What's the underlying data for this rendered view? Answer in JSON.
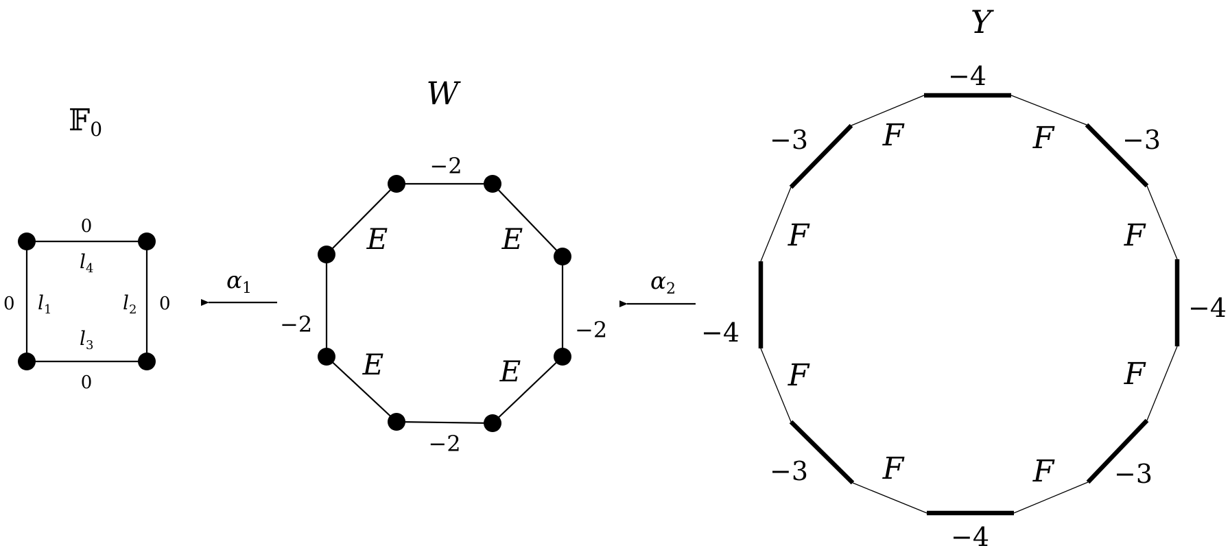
{
  "diagram": {
    "f0": {
      "title": "𝔽",
      "title_sub": "0",
      "edge_labels": [
        "0",
        "0",
        "0",
        "0"
      ],
      "lines": [
        {
          "base": "l",
          "sub": "1"
        },
        {
          "base": "l",
          "sub": "2"
        },
        {
          "base": "l",
          "sub": "3"
        },
        {
          "base": "l",
          "sub": "4"
        }
      ]
    },
    "arrow1": {
      "label": "α",
      "sub": "1"
    },
    "w": {
      "title": "W",
      "edge_labels": [
        "−2",
        "−2",
        "−2",
        "−2"
      ],
      "curve_labels": [
        "E",
        "E",
        "E",
        "E"
      ]
    },
    "arrow2": {
      "label": "α",
      "sub": "2"
    },
    "y": {
      "title": "Y",
      "neg4_labels": [
        "−4",
        "−4",
        "−4",
        "−4"
      ],
      "neg3_labels": [
        "−3",
        "−3",
        "−3",
        "−3"
      ],
      "curve_labels": [
        "F",
        "F",
        "F",
        "F",
        "F",
        "F",
        "F",
        "F"
      ]
    }
  }
}
